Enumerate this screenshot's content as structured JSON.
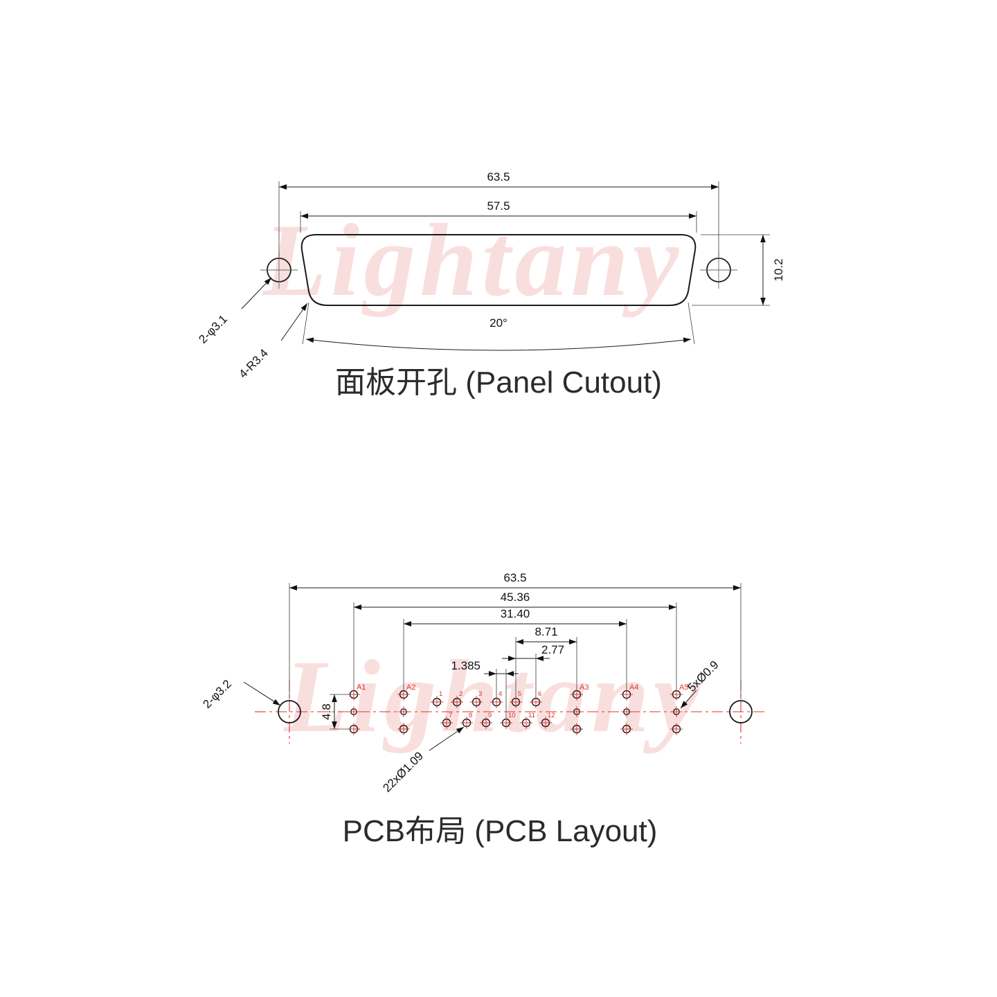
{
  "colors": {
    "line": "#1a1a1a",
    "accent_red": "#e0312e",
    "watermark_pink": "#f2c4c2"
  },
  "watermark": {
    "text": "Lightany"
  },
  "panel": {
    "title": "面板开孔 (Panel Cutout)",
    "dim_outer_width": "63.5",
    "dim_inner_width": "57.5",
    "dim_height": "10.2",
    "dim_angle": "20°",
    "label_screw_holes": "2-φ3.1",
    "label_corner_radius": "4-R3.4"
  },
  "pcb": {
    "title": "PCB布局 (PCB Layout)",
    "dim_total_width": "63.5",
    "dim_a_outer": "45.36",
    "dim_a_inner": "31.40",
    "dim_center_to_a3": "8.71",
    "dim_pitch": "2.77",
    "dim_row_offset": "1.385",
    "dim_vertical": "4.8",
    "label_screw_holes": "2-φ3.2",
    "label_coax_holes": "5xØ0.9",
    "label_signal_holes": "22xØ1.09",
    "a_labels": [
      "A1",
      "A2",
      "A3",
      "A4",
      "A5"
    ],
    "pin_labels": [
      "1",
      "2",
      "3",
      "4",
      "5",
      "6",
      "7",
      "8",
      "9",
      "10",
      "11",
      "12"
    ]
  }
}
